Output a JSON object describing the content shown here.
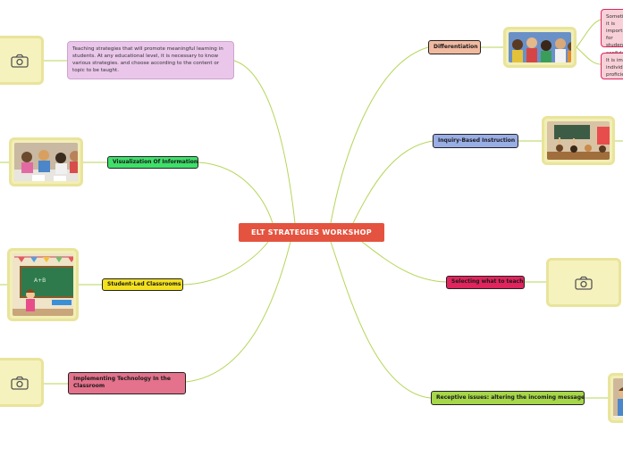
{
  "central": {
    "label": "ELT STRATEGIES WORKSHOP",
    "color": "#e4533f"
  },
  "intro_note": "Teaching strategies that will promote meaningful learning in students. At any educational level, it is necessary to know various strategies. and choose according to the content or topic to be taught.",
  "left_topics": [
    {
      "label": "Visualization Of Information",
      "color": "#3ee06a"
    },
    {
      "label": "Student-Led Classrooms",
      "color": "#f3e01e"
    },
    {
      "label": "Implementing Technology In the Classroom",
      "color": "#e4728c"
    }
  ],
  "right_topics": [
    {
      "label": "Differentiation",
      "color": "#f2b9a1"
    },
    {
      "label": "Inquiry-Based Instruction",
      "color": "#9aaee6"
    },
    {
      "label": "Selecting what to teach",
      "color": "#e0245e"
    },
    {
      "label": "Receptive issues: altering the incoming message",
      "color": "#a6d64a"
    }
  ],
  "differentiation_notes": [
    "Sometimes it is important for students confident",
    "It is imp individu proficie"
  ],
  "image_placeholder_icon": "camera-icon",
  "photo_icons": [
    "classroom-kids-photo",
    "students-studying-photo",
    "teacher-chalkboard-illustration",
    "raised-hands-photo",
    "child-photo"
  ]
}
